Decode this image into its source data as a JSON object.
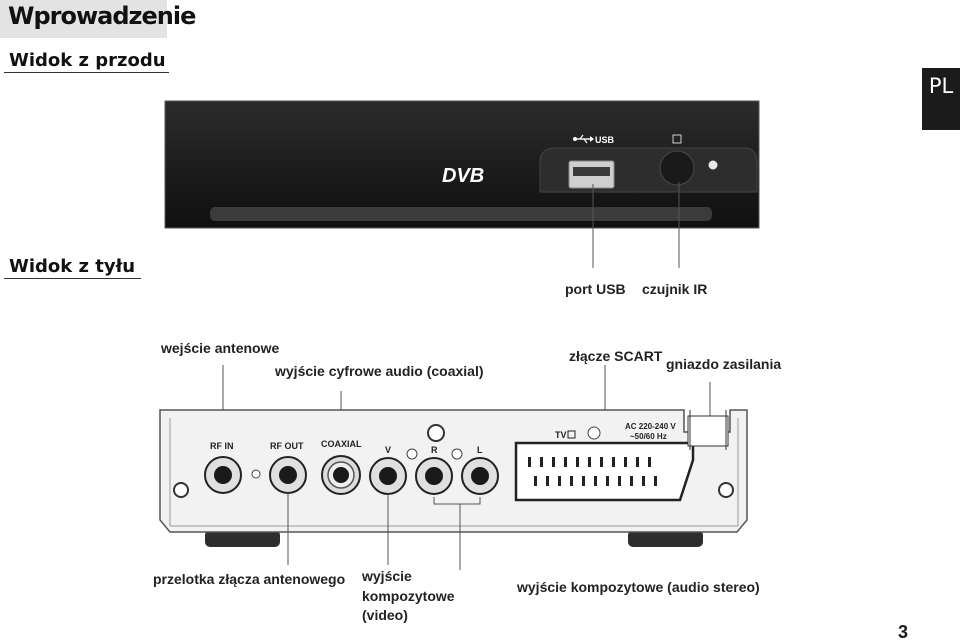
{
  "header": {
    "title": "Wprowadzenie",
    "language_tab": "PL"
  },
  "front": {
    "heading": "Widok z przodu",
    "brand_logo": "DVB",
    "usb_marking": "USB",
    "labels": {
      "usb_port": "port USB",
      "ir_sensor": "czujnik IR"
    }
  },
  "rear": {
    "heading": "Widok  z tyłu",
    "panel_text": {
      "rf_in": "RF IN",
      "rf_out": "RF OUT",
      "coaxial": "COAXIAL",
      "v": "V",
      "r": "R",
      "l": "L",
      "tv": "TV",
      "power_line1": "AC 220-240 V",
      "power_line2": "~50/60 Hz"
    },
    "labels": {
      "antenna_input": "wejście antenowe",
      "digital_audio_out": "wyjście cyfrowe audio (coaxial)",
      "scart": "złącze SCART",
      "power_socket": "gniazdo zasilania",
      "antenna_passthrough": "przelotka złącza antenowego",
      "composite_video_l1": "wyjście",
      "composite_video_l2": "kompozytowe",
      "composite_video_l3": "(video)",
      "composite_audio": "wyjście kompozytowe (audio stereo)"
    }
  },
  "footer": {
    "page_number": "3"
  }
}
